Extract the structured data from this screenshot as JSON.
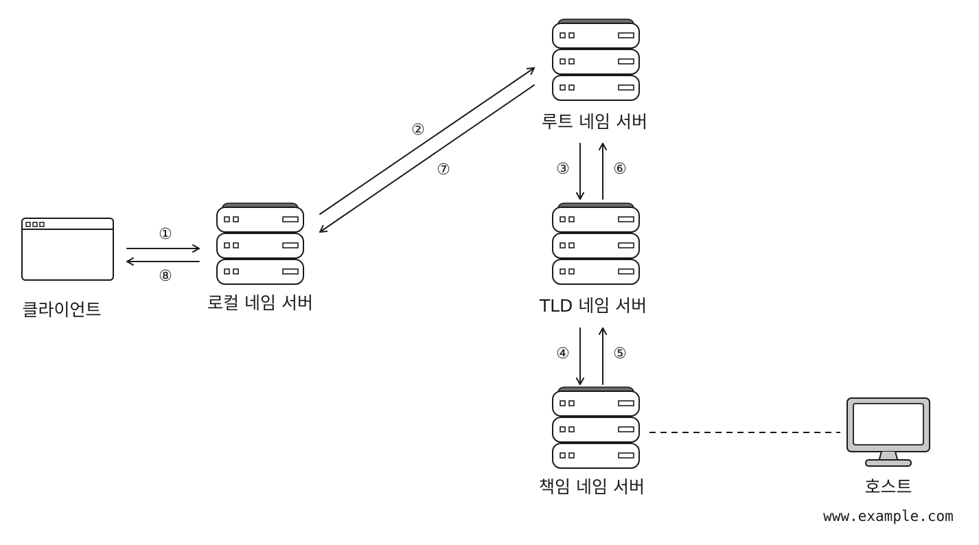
{
  "nodes": {
    "client": {
      "label": "클라이언트"
    },
    "local": {
      "label": "로컬 네임 서버"
    },
    "root": {
      "label": "루트 네임 서버"
    },
    "tld": {
      "label": "TLD 네임 서버"
    },
    "authoritative": {
      "label": "책임 네임 서버"
    },
    "host": {
      "label": "호스트",
      "sublabel": "www.example.com"
    }
  },
  "steps": {
    "s1": "①",
    "s2": "②",
    "s3": "③",
    "s4": "④",
    "s5": "⑤",
    "s6": "⑥",
    "s7": "⑦",
    "s8": "⑧"
  },
  "icons": {
    "server": "server-stack-icon",
    "browser": "browser-window-icon",
    "monitor": "monitor-icon"
  },
  "colors": {
    "line": "#1a1a1a",
    "server_top": "#6b6b6b",
    "monitor_body": "#c9c9c9",
    "window_bg": "#ffffff"
  }
}
